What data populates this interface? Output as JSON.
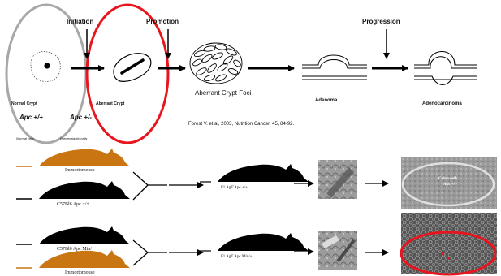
{
  "stages": {
    "initiation": "Initiation",
    "promotion": "Promotion",
    "progression": "Progression"
  },
  "cells": {
    "normal_crypt": "Normal Crypt",
    "aberrant_crypt": "Aberrant Crypt",
    "aberrant_crypt_foci": "Aberrant Crypt Foci",
    "adenoma": "Adenoma",
    "adenocarcinoma": "Adenocarcinoma"
  },
  "genotypes": {
    "apc_wt": "Apc +/+",
    "apc_het": "Apc +/-"
  },
  "small_notes": {
    "normal_cells": "Normal cells",
    "preneoplastic_cells": "Preneoplastic cells"
  },
  "citation": "Forest V. et al, 2003, Nutrition Cancer, 45, 84-92.",
  "crosses": {
    "row1": {
      "parent_top": "Immortomouse",
      "parent_bottom": "C57Bl6 Apc +/+",
      "offspring": "F1 AgT Apc +/+",
      "micro_label_line1": "Colon cells",
      "micro_label_line2": "Apc +/+"
    },
    "row2": {
      "parent_top": "C57Bl6 Apc Min/+",
      "parent_bottom": "Immortomouse",
      "offspring": "F1 AgT Apc Min/+"
    }
  },
  "colors": {
    "gray_ellipse": "#a8a8a8",
    "red_ellipse": "#e8141e",
    "orange_mouse": "#c97612",
    "black_mouse": "#000000",
    "micro_gray": "#8f8f8f",
    "micro_dark": "#4a4a4a"
  }
}
